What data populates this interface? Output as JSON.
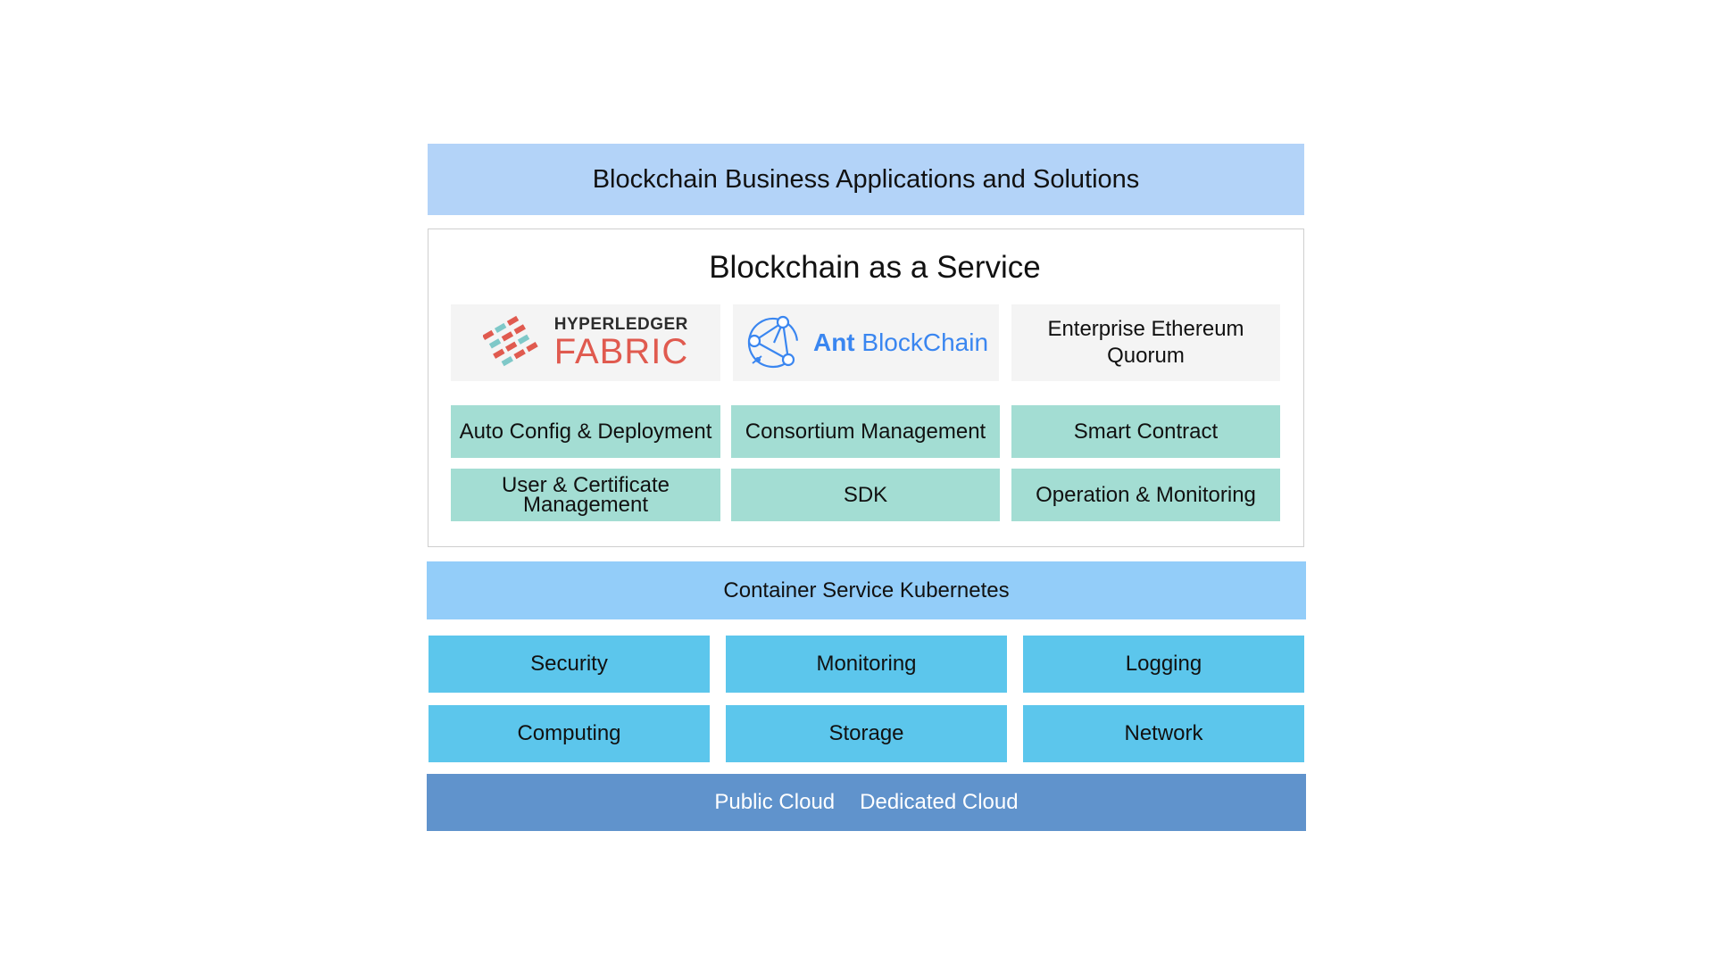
{
  "top_layer": {
    "label": "Blockchain Business Applications and Solutions"
  },
  "baas": {
    "title": "Blockchain as a Service",
    "engines": {
      "fabric": {
        "line1": "HYPERLEDGER",
        "line2": "FABRIC",
        "icon": "hyperledger-fabric-logo-icon"
      },
      "ant": {
        "strong": "Ant",
        "rest": " BlockChain",
        "icon": "ant-blockchain-logo-icon"
      },
      "quorum": {
        "line1": "Enterprise Ethereum",
        "line2": "Quorum"
      }
    },
    "features": [
      {
        "label": "Auto Config & Deployment"
      },
      {
        "label": "Consortium Management"
      },
      {
        "label": "Smart Contract"
      },
      {
        "line1": "User & Certificate",
        "line2": "Management"
      },
      {
        "label": "SDK"
      },
      {
        "label": "Operation & Monitoring"
      }
    ]
  },
  "container_layer": {
    "label": "Container Service Kubernetes"
  },
  "infrastructure": [
    {
      "label": "Security"
    },
    {
      "label": "Monitoring"
    },
    {
      "label": "Logging"
    },
    {
      "label": "Computing"
    },
    {
      "label": "Storage"
    },
    {
      "label": "Network"
    }
  ],
  "cloud_layer": {
    "public": "Public Cloud",
    "dedicated": "Dedicated Cloud"
  },
  "colors": {
    "apps": "#b3d3f8",
    "engine_bg": "#f4f4f4",
    "feature": "#a3ddd3",
    "container": "#93cdf9",
    "infrastructure": "#5cc6ec",
    "cloud": "#6093cc",
    "fabric_red": "#e05a4f",
    "fabric_teal": "#7fc8c8",
    "ant_blue": "#3a86f0"
  }
}
